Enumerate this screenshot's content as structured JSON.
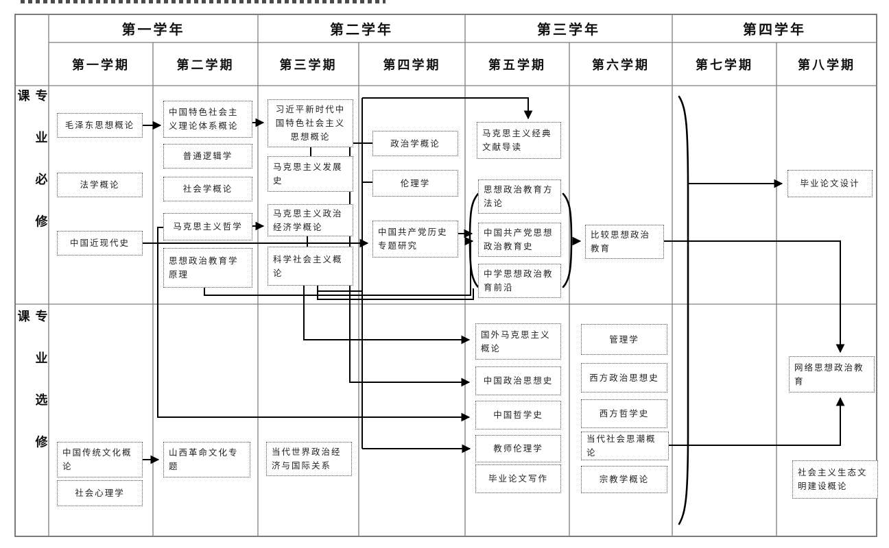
{
  "header": {
    "years": [
      "第一学年",
      "第二学年",
      "第三学年",
      "第四学年"
    ],
    "semesters": [
      "第一学期",
      "第二学期",
      "第三学期",
      "第四学期",
      "第五学期",
      "第六学期",
      "第七学期",
      "第八学期"
    ]
  },
  "sections": {
    "required": "专业必修课",
    "elective": "专业选修课"
  },
  "courses": {
    "s1r1": "毛泽东思想概论",
    "s1r2": "法学概论",
    "s1r3": "中国近现代史",
    "s2r1": "中国特色社会主义理论体系概论",
    "s2r2": "普通逻辑学",
    "s2r3": "社会学概论",
    "s2r4": "马克思主义哲学",
    "s2r5": "思想政治教育学原理",
    "s3r1": "习近平新时代中国特色社会主义思想概论",
    "s3r2": "马克思主义发展史",
    "s3r3": "马克思主义政治经济学概论",
    "s3r4": "科学社会主义概论",
    "s4r1": "政治学概论",
    "s4r2": "伦理学",
    "s4r3": "中国共产党历史专题研究",
    "s5r1": "马克思主义经典文献导读",
    "s5r2": "思想政治教育方法论",
    "s5r3": "中国共产党思想政治教育史",
    "s5r4": "中学思想政治教育前沿",
    "s6r1": "比较思想政治教育",
    "s8r1": "毕业论文设计",
    "s1e1": "中国传统文化概论",
    "s1e2": "社会心理学",
    "s2e1": "山西革命文化专题",
    "s3e1": "当代世界政治经济与国际关系",
    "s5e1": "国外马克思主义概论",
    "s5e2": "中国政治思想史",
    "s5e3": "中国哲学史",
    "s5e4": "教师伦理学",
    "s5e5": "毕业论文写作",
    "s6e1": "管理学",
    "s6e2": "西方政治思想史",
    "s6e3": "西方哲学史",
    "s6e4": "当代社会思潮概论",
    "s6e5": "宗教学概论",
    "s8e1": "网络思想政治教育",
    "s8e2": "社会主义生态文明建设概论"
  },
  "connections": [
    {
      "from": "s1r1",
      "to": "s2r1"
    },
    {
      "from": "s2r1",
      "to": "s3r1"
    },
    {
      "from": "s3r1",
      "to": "s3r2"
    },
    {
      "from": "s2r4",
      "to": "s3r3"
    },
    {
      "from": "s1r3",
      "to": "s4r3"
    },
    {
      "from": "s4r3",
      "to": "s5r3"
    },
    {
      "from": "s4r2",
      "to": "s5r1"
    },
    {
      "from": "s4r2",
      "to": "s5e4"
    },
    {
      "from": "s4r1",
      "to": "s5e2"
    },
    {
      "from": "s2r4",
      "to": "s5e3"
    },
    {
      "from": "s2r5",
      "to": "s5r3"
    },
    {
      "from": "s3r4",
      "to": "s5e1"
    },
    {
      "from": "s3r4",
      "to": "s5r2,s5r3,s5r4"
    },
    {
      "from": "s5r2,s5r3,s5r4",
      "to": "s6r1"
    },
    {
      "from": "s6r1",
      "to": "s8e1"
    },
    {
      "from": "s6e4",
      "to": "s8e1"
    },
    {
      "from": "s5e2",
      "to": "s6e2"
    },
    {
      "from": "s5e3",
      "to": "s6e3"
    },
    {
      "from": "all-courses-brace",
      "to": "s8r1"
    },
    {
      "from": "s1e1",
      "to": "s2e1"
    }
  ],
  "colors": {
    "connector": "#000000",
    "grid": "#7d7d7d",
    "box_border": "#4a4a4a",
    "text": "#1a1a1a",
    "background": "#ffffff"
  }
}
